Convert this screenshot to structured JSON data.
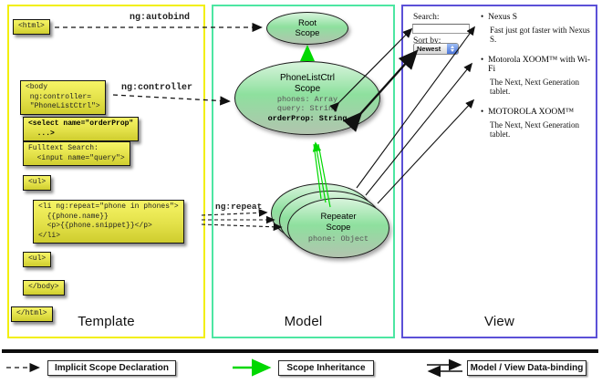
{
  "columns": {
    "template_label": "Template",
    "model_label": "Model",
    "view_label": "View"
  },
  "template_code": {
    "html_open": "<html>",
    "body_open": "<body\n ng:controller=\n \"PhoneListCtrl\">",
    "select": "<select name=\"orderProp\"\n  ...>",
    "fulltext": "Fulltext Search:\n  <input name=\"query\">",
    "ul_open": "<ul>",
    "li_repeat": "<li ng:repeat=\"phone in phones\">\n  {{phone.name}}\n  <p>{{phone.snippet}}</p>\n</li>",
    "ul_close": "<ul>",
    "body_close": "</body>",
    "html_close": "</html>"
  },
  "annotations": {
    "autobind": "ng:autobind",
    "controller": "ng:controller",
    "repeat": "ng:repeat"
  },
  "scopes": {
    "root": {
      "title": "Root\nScope"
    },
    "phonelist": {
      "title": "PhoneListCtrl\nScope",
      "props": [
        "phones: Array",
        "query: String"
      ],
      "bold_prop": "orderProp: String"
    },
    "repeater": {
      "title": "Repeater\nScope",
      "prop": "phone: Object"
    }
  },
  "view": {
    "search_label": "Search:",
    "search_value": "",
    "sort_label": "Sort by:",
    "sort_value": "Newest",
    "bullet_glyph": "•",
    "items": [
      {
        "name": "Nexus S",
        "snippet": "Fast just got faster with Nexus S."
      },
      {
        "name": "Motorola XOOM™ with Wi-Fi",
        "snippet": "The Next, Next Generation tablet."
      },
      {
        "name": "MOTOROLA XOOM™",
        "snippet": "The Next, Next Generation tablet."
      }
    ]
  },
  "legend": {
    "implicit": "Implicit Scope Declaration",
    "inheritance": "Scope Inheritance",
    "databinding": "Model / View Data-binding"
  },
  "colors": {
    "template_border": "#f2ef0c",
    "model_border": "#4de6a2",
    "view_border": "#5b50d7",
    "green_arrow": "#00d800",
    "box_yellow": "#f0ee4e"
  }
}
